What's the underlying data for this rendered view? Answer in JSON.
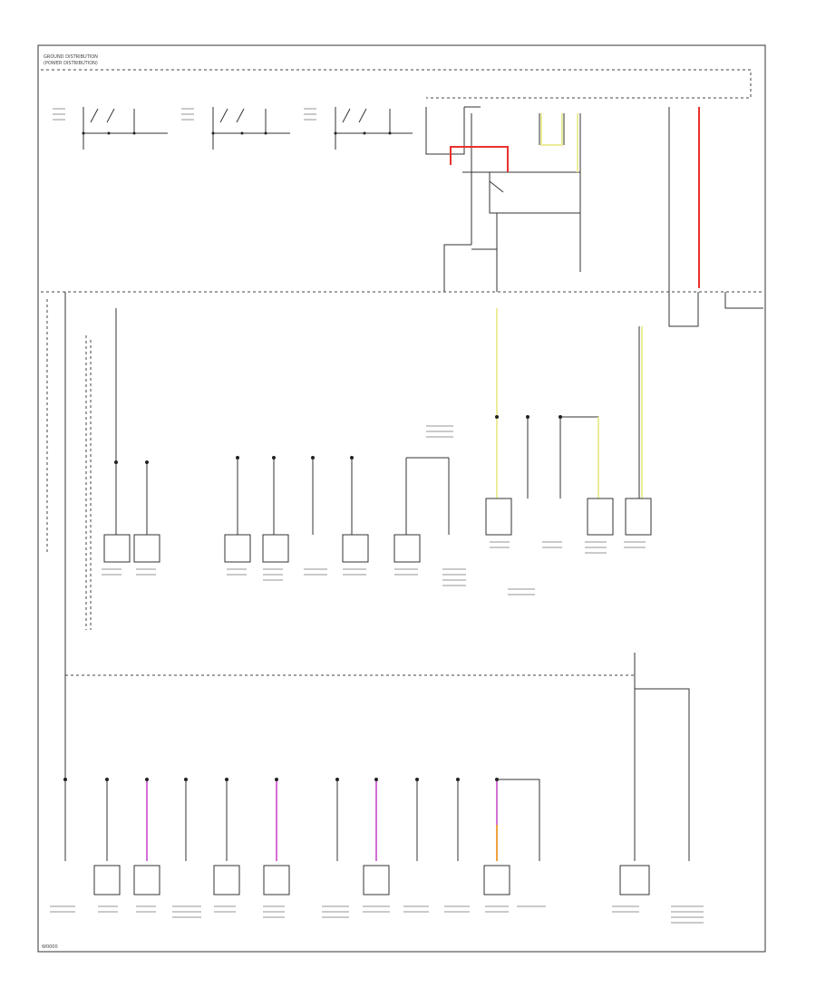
{
  "header": {
    "line1": "GROUND DISTRIBUTION",
    "line2": "(POWER DISTRIBUTION)"
  },
  "footer": {
    "code": "W0000"
  },
  "colors": {
    "wire": "#333333",
    "red": "#e8312f",
    "yellow": "#ecec9a",
    "purple": "#d36fd8",
    "orange": "#f0a040"
  }
}
